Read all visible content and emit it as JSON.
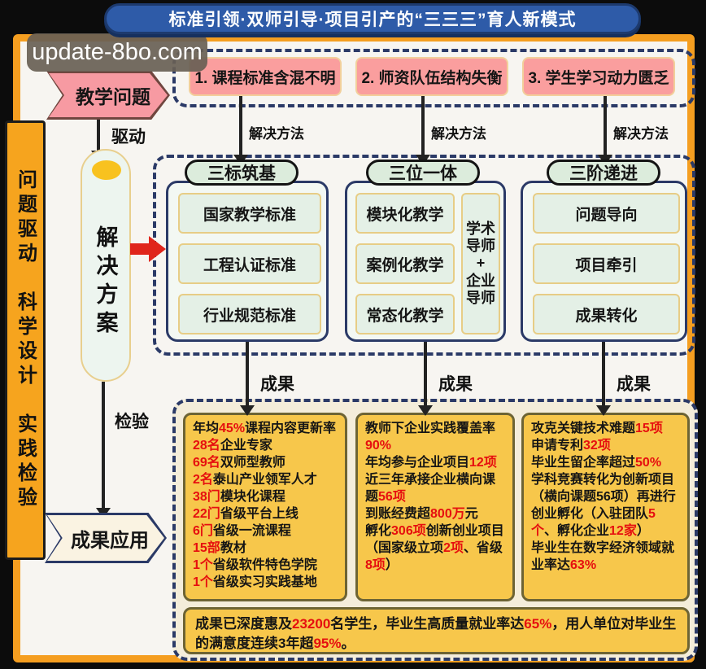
{
  "title": "标准引领·双师引导·项目引产的“三三三”育人新模式",
  "watermark": "update-8bo.com",
  "sidebar": {
    "text": "问题驱动　科学设计　实践检验"
  },
  "flow": {
    "teaching_problem": "教学问题",
    "drive_label": "驱动",
    "solution_label": "解决方案",
    "verify_label": "检验",
    "result_apply": "成果应用",
    "result_label": "成果",
    "solution_method_label": "解决方法"
  },
  "problems": {
    "items": [
      "1. 课程标准含混不明",
      "2. 师资队伍结构失衡",
      "3. 学生学习动力匮乏"
    ]
  },
  "solutions": {
    "columns": [
      {
        "header": "三标筑基",
        "items": [
          "国家教学标准",
          "工程认证标准",
          "行业规范标准"
        ]
      },
      {
        "header": "三位一体",
        "items": [
          "模块化教学",
          "案例化教学",
          "常态化教学"
        ],
        "side": "学术\n导师\n+\n企业\n导师"
      },
      {
        "header": "三阶递进",
        "items": [
          "问题导向",
          "项目牵引",
          "成果转化"
        ]
      }
    ]
  },
  "results": {
    "box1_lines": [
      [
        {
          "t": "年均"
        },
        {
          "t": "45%",
          "red": true
        },
        {
          "t": "课程内容更新率"
        }
      ],
      [
        {
          "t": "28名",
          "red": true
        },
        {
          "t": "企业专家"
        }
      ],
      [
        {
          "t": "69名",
          "red": true
        },
        {
          "t": "双师型教师"
        }
      ],
      [
        {
          "t": "2名",
          "red": true
        },
        {
          "t": "泰山产业领军人才"
        }
      ],
      [
        {
          "t": "38门",
          "red": true
        },
        {
          "t": "模块化课程"
        }
      ],
      [
        {
          "t": "22门",
          "red": true
        },
        {
          "t": "省级平台上线"
        }
      ],
      [
        {
          "t": "6门",
          "red": true
        },
        {
          "t": "省级一流课程"
        }
      ],
      [
        {
          "t": "15部",
          "red": true
        },
        {
          "t": "教材"
        }
      ],
      [
        {
          "t": "1个",
          "red": true
        },
        {
          "t": "省级软件特色学院"
        }
      ],
      [
        {
          "t": "1个",
          "red": true
        },
        {
          "t": "省级实习实践基地"
        }
      ]
    ],
    "box2_lines": [
      [
        {
          "t": "教师下企业实践覆盖率"
        },
        {
          "t": "90%",
          "red": true
        }
      ],
      [
        {
          "t": "年均参与企业项目"
        },
        {
          "t": "12项",
          "red": true
        }
      ],
      [
        {
          "t": "近三年承接企业横向课题"
        },
        {
          "t": "56项",
          "red": true
        }
      ],
      [
        {
          "t": "到账经费超"
        },
        {
          "t": "800万",
          "red": true
        },
        {
          "t": "元"
        }
      ],
      [
        {
          "t": "孵化"
        },
        {
          "t": "306项",
          "red": true
        },
        {
          "t": "创新创业项目（国家级立项"
        },
        {
          "t": "2项",
          "red": true
        },
        {
          "t": "、省级"
        },
        {
          "t": "8项",
          "red": true
        },
        {
          "t": "）"
        }
      ]
    ],
    "box3_lines": [
      [
        {
          "t": "攻克关键技术难题"
        },
        {
          "t": "15项",
          "red": true
        }
      ],
      [
        {
          "t": "申请专利"
        },
        {
          "t": "32项",
          "red": true
        }
      ],
      [
        {
          "t": "毕业生留企率超过"
        },
        {
          "t": "50%",
          "red": true
        }
      ],
      [
        {
          "t": "学科竞赛转化为创新项目（横向课题56项）再进行创业孵化（入驻团队"
        },
        {
          "t": "5个",
          "red": true
        },
        {
          "t": "、孵化企业"
        },
        {
          "t": "12家",
          "red": true
        },
        {
          "t": "）"
        }
      ],
      [
        {
          "t": "毕业生在数字经济领域就业率达"
        },
        {
          "t": "63%",
          "red": true
        }
      ]
    ],
    "summary": [
      {
        "t": "成果已深度惠及"
      },
      {
        "t": "23200",
        "red": true
      },
      {
        "t": "名学生，毕业生高质量就业率达"
      },
      {
        "t": "65%",
        "red": true
      },
      {
        "t": "，用人单位对毕业生的满意度连续3年超"
      },
      {
        "t": "95%",
        "red": true
      },
      {
        "t": "。"
      }
    ]
  },
  "colors": {
    "title_bar": "#2e5ba8",
    "frame_orange": "#f59e20",
    "sidebar_orange": "#f6a41e",
    "problem_pink": "#fa9e9e",
    "mint_green": "#e4f0e6",
    "navy_border": "#2b3a67",
    "gold_box": "#f7c74b",
    "highlight_red": "#e60f0f"
  }
}
